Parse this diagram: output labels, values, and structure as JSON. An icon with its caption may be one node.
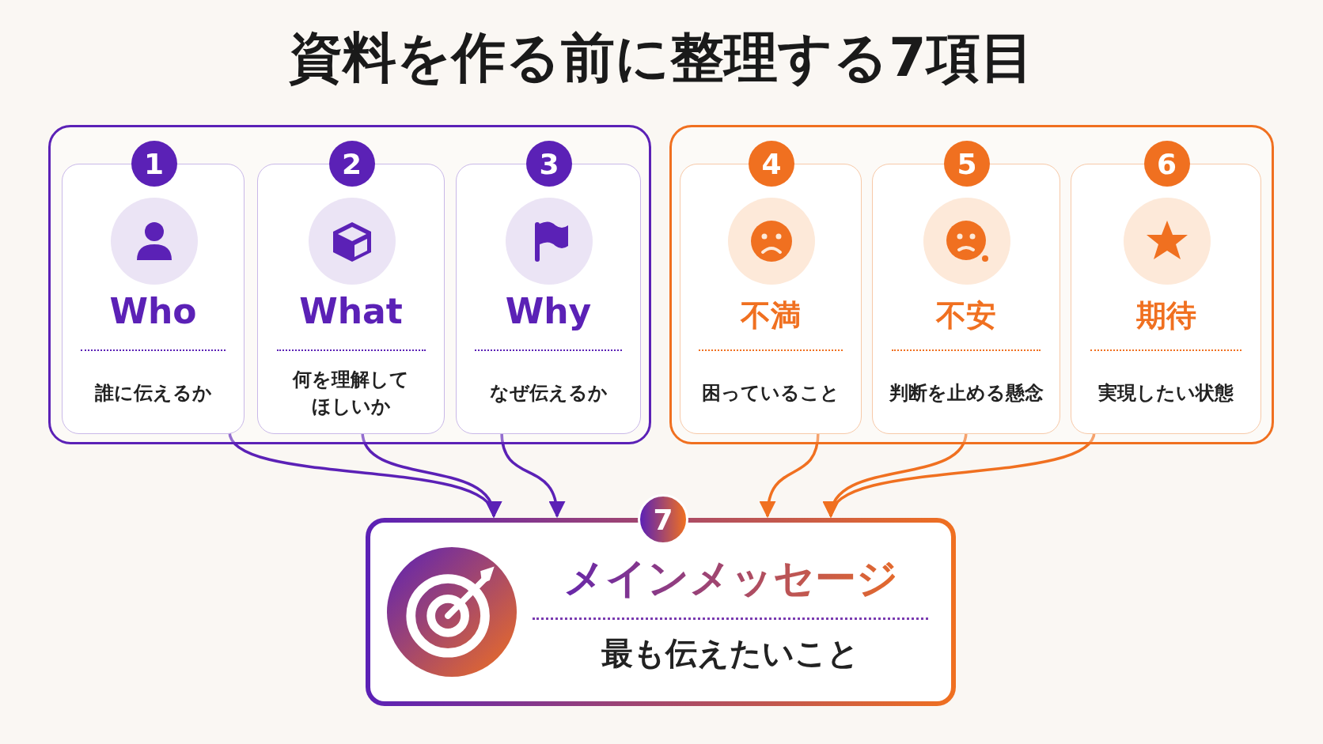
{
  "diagram": {
    "title": "資料を作る前に整理する7項目",
    "nodes": [
      {
        "text": [],
        "shape": "box"
      },
      {
        "text": [
          "1",
          "Who",
          "誰に伝えるか"
        ],
        "in": 0
      },
      {
        "text": [
          "2",
          "What",
          "何を理解してほしいか"
        ],
        "in": 0
      },
      {
        "text": [
          "3",
          "Why",
          "なぜ伝えるか"
        ],
        "in": 0
      },
      {
        "text": [],
        "shape": "box"
      },
      {
        "text": [
          "4",
          "不満",
          "困っていること"
        ],
        "in": 4
      },
      {
        "text": [
          "5",
          "不安",
          "判断を止める懸念"
        ],
        "in": 4
      },
      {
        "text": [
          "6",
          "期待",
          "実現したい状態"
        ],
        "in": 4
      },
      {
        "text": [
          "7",
          "メインメッセージ",
          "最も伝えたいこと"
        ]
      }
    ],
    "edges": [
      {
        "from": 1,
        "to": 8,
        "arrow": "to",
        "color": "#5b21b6"
      },
      {
        "from": 2,
        "to": 8,
        "arrow": "to",
        "color": "#5b21b6"
      },
      {
        "from": 3,
        "to": 8,
        "arrow": "to",
        "color": "#5b21b6"
      },
      {
        "from": 5,
        "to": 8,
        "arrow": "to",
        "color": "#f07020"
      },
      {
        "from": 6,
        "to": 8,
        "arrow": "to",
        "color": "#f07020"
      },
      {
        "from": 7,
        "to": 8,
        "arrow": "to",
        "color": "#f07020"
      }
    ]
  }
}
